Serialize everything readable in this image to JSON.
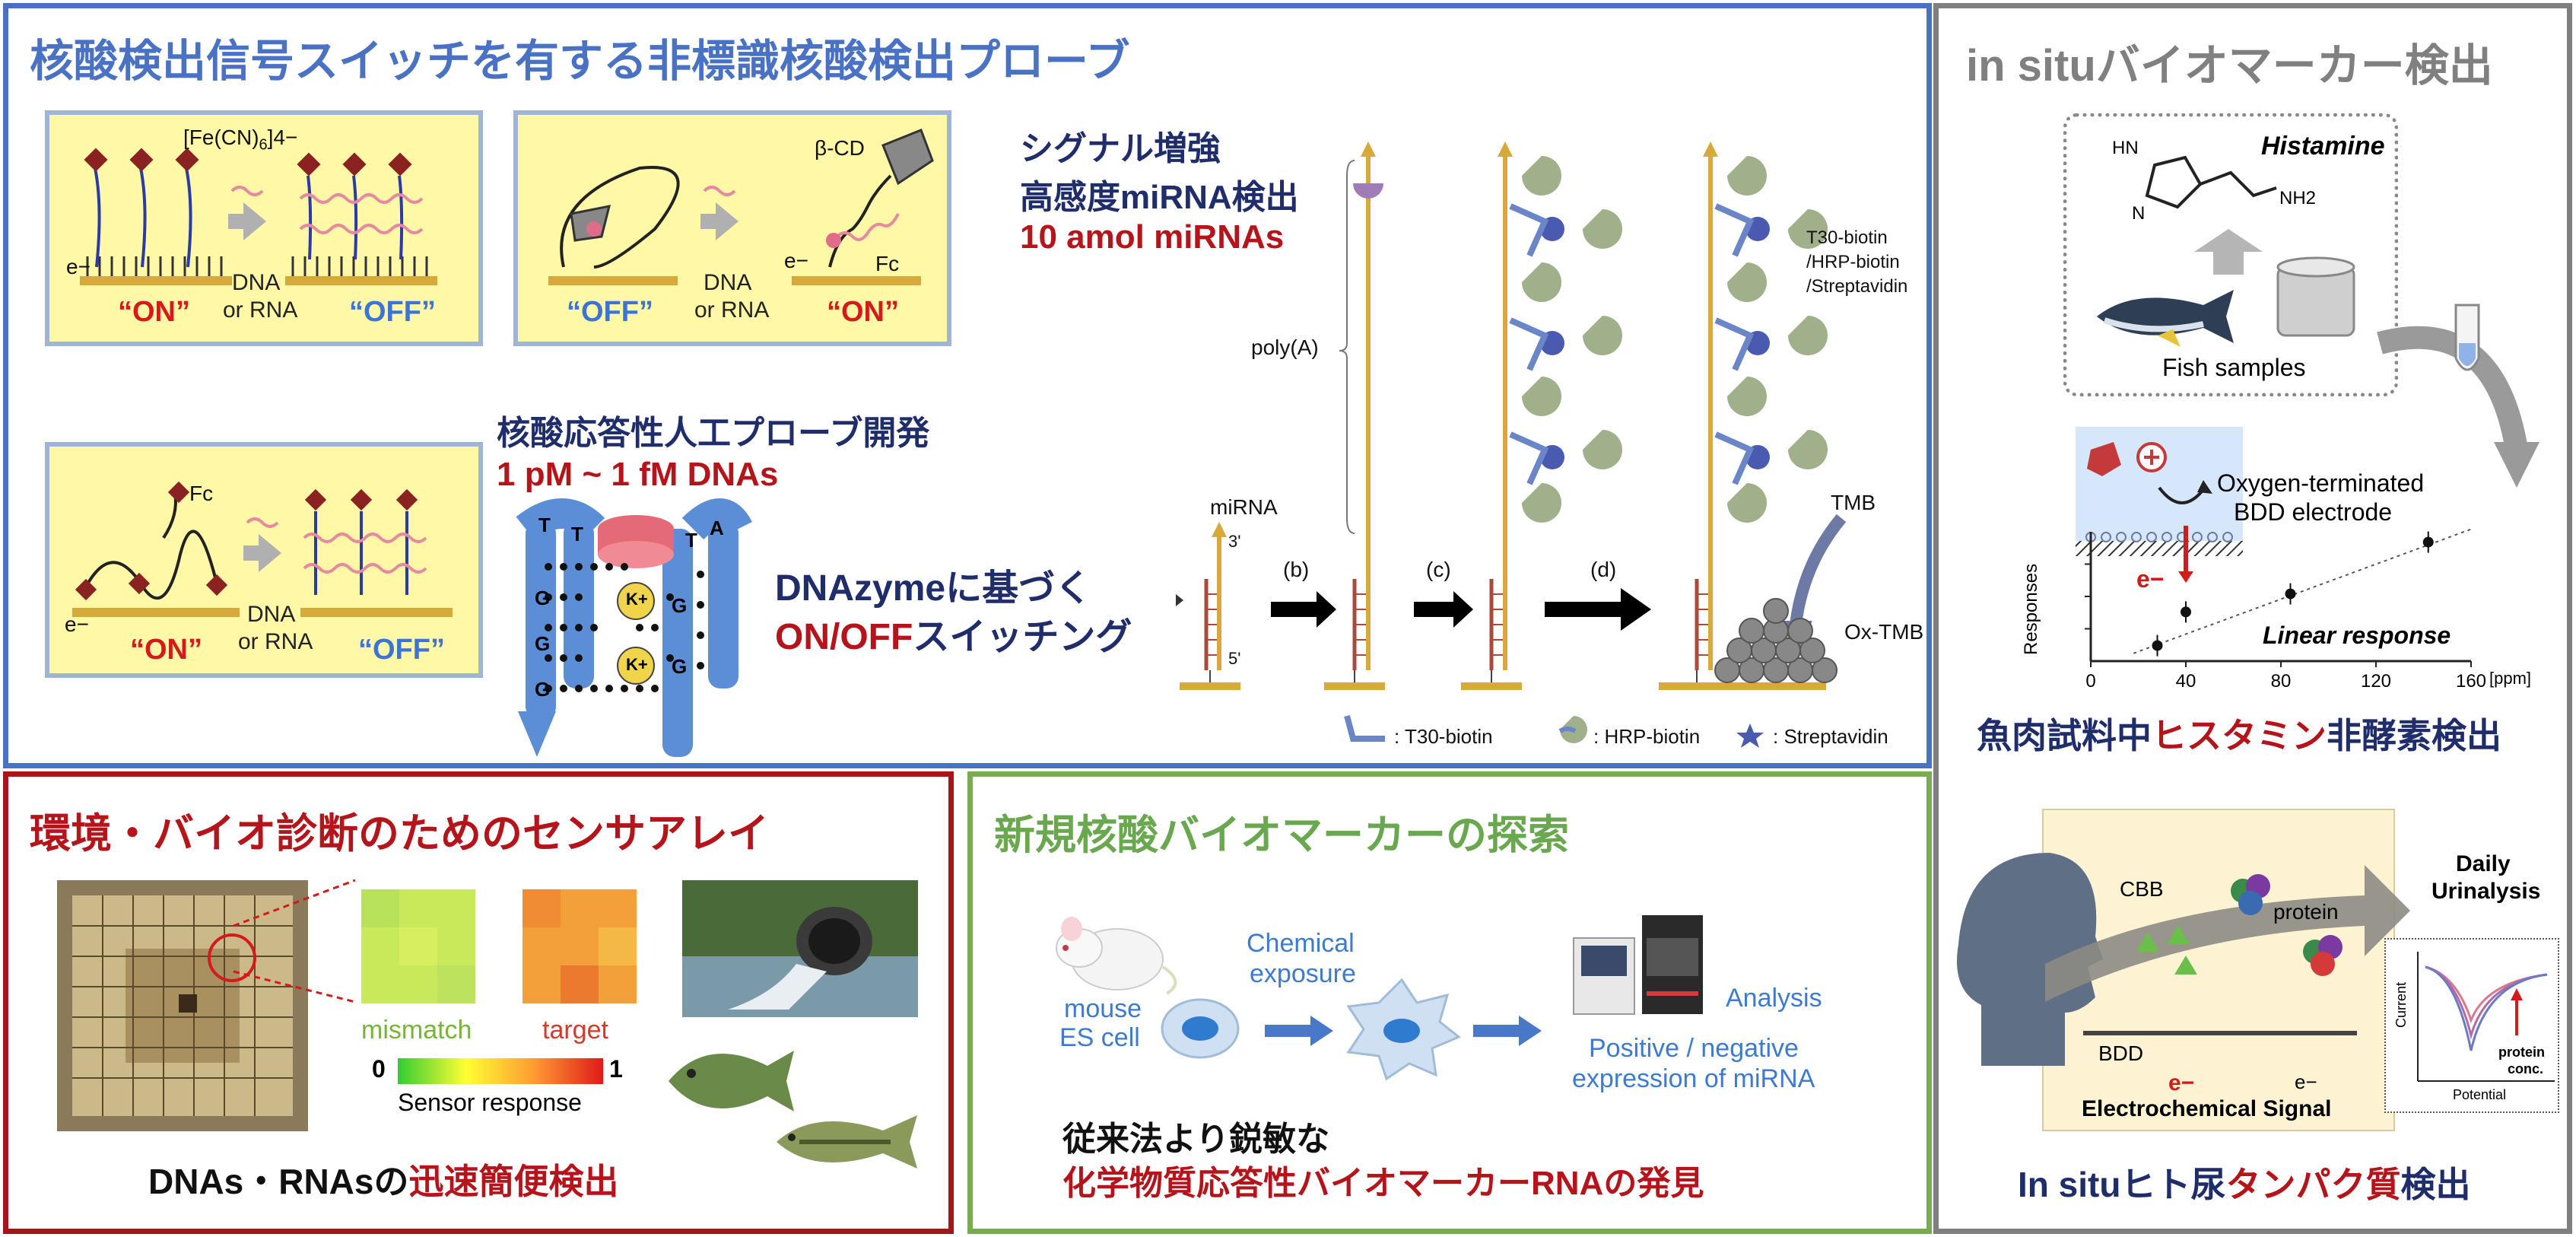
{
  "panels": {
    "probe": {
      "title": "核酸検出信号スイッチを有する非標識核酸検出プローブ",
      "box1": {
        "ion": "[Fe(CN)6]4−",
        "ion_main": "[Fe(CN)",
        "ion_sub": "6",
        "ion_sup": "]4−",
        "electron": "e−",
        "on": "“ON”",
        "off": "“OFF”",
        "arrow_label_1": "DNA",
        "arrow_label_2": "or RNA"
      },
      "box2": {
        "host": "β-CD",
        "fc": "Fc",
        "electron": "e−",
        "off": "“OFF”",
        "on": "“ON”",
        "arrow_label_1": "DNA",
        "arrow_label_2": "or RNA"
      },
      "box3": {
        "fc": "Fc",
        "electron": "e−",
        "on": "“ON”",
        "off": "“OFF”",
        "arrow_label_1": "DNA",
        "arrow_label_2": "or RNA"
      },
      "signal_heading_1": "シグナル増強",
      "signal_heading_2": "高感度miRNA検出",
      "signal_value": "10 amol miRNAs",
      "artificial_heading": "核酸応答性人工プローブ開発",
      "artificial_value": "1 pM ~ 1 fM DNAs",
      "dnazyme_1": "DNAzymeに基づく",
      "dnazyme_2_red": "ON/OFF",
      "dnazyme_2_navy": "スイッチング",
      "quad": {
        "t": "T",
        "a": "A",
        "g": "G",
        "k": "K+"
      },
      "assay": {
        "mirna": "miRNA",
        "three_prime": "3'",
        "five_prime": "5'",
        "poly_a": "poly(A)",
        "step_b": "(b)",
        "step_c": "(c)",
        "step_d": "(d)",
        "reagents_1": "T30-biotin",
        "reagents_2": "/HRP-biotin",
        "reagents_3": "/Streptavidin",
        "tmb": "TMB",
        "ox_tmb": "Ox-TMB",
        "legend_t30": ": T30-biotin",
        "legend_hrp": ": HRP-biotin",
        "legend_strep": ": Streptavidin"
      }
    },
    "insitu": {
      "title": "in situバイオマーカー検出",
      "histamine": "Histamine",
      "nh2": "NH2",
      "hn": "HN",
      "n": "N",
      "fish_samples": "Fish samples",
      "electrode_1": "Oxygen-terminated",
      "electrode_2": "BDD electrode",
      "electron": "e−",
      "linear": "Linear response",
      "ylabel": "Responses",
      "xunit": "[ppm]",
      "x_ticks": [
        "0",
        "40",
        "80",
        "120",
        "160"
      ],
      "detect_navy_1": "魚肉試料中",
      "detect_red": "ヒスタミン",
      "detect_navy_2": "非酵素検出",
      "daily": "Daily",
      "urinalysis": "Urinalysis",
      "cbb": "CBB",
      "protein": "protein",
      "bdd": "BDD",
      "ec_signal": "Electrochemical Signal",
      "current": "Current",
      "potential": "Potential",
      "protein_conc_1": "protein",
      "protein_conc_2": "conc.",
      "urine_navy_1": "In situ",
      "urine_navy_2": "ヒト尿",
      "urine_red": "タンパク質",
      "urine_navy_3": "検出"
    },
    "array": {
      "title": "環境・バイオ診断のためのセンサアレイ",
      "mismatch": "mismatch",
      "target": "target",
      "scale_min": "0",
      "scale_max": "1",
      "sensor_response": "Sensor response",
      "bottom_black": "DNAs・RNAsの",
      "bottom_red": "迅速簡便検出"
    },
    "biomarker": {
      "title": "新規核酸バイオマーカーの探索",
      "mouse_1": "mouse",
      "mouse_2": "ES cell",
      "chem_1": "Chemical",
      "chem_2": "exposure",
      "analysis": "Analysis",
      "posneg_1": "Positive / negative",
      "posneg_2": "expression of miRNA",
      "bottom_1": "従来法より鋭敏な",
      "bottom_2": "化学物質応答性バイオマーカーRNAの発見"
    }
  },
  "chart_data": {
    "type": "scatter",
    "xlabel": "[ppm]",
    "ylabel": "Responses",
    "xlim": [
      0,
      160
    ],
    "x_ticks": [
      0,
      40,
      80,
      120,
      160
    ],
    "series": [
      {
        "x": [
          28,
          40,
          84,
          142
        ],
        "y": [
          0.12,
          0.38,
          0.52,
          0.92
        ]
      }
    ],
    "trendline": true,
    "annotation": "Linear response"
  },
  "colors": {
    "probe_border": "#4a72c4",
    "insitu_border": "#7f7f7f",
    "array_border": "#a8141a",
    "biomarker_border": "#79ab53",
    "yellow_box": "#fff8a6",
    "navy_text": "#1f2d6b",
    "red_text": "#b5141a"
  }
}
